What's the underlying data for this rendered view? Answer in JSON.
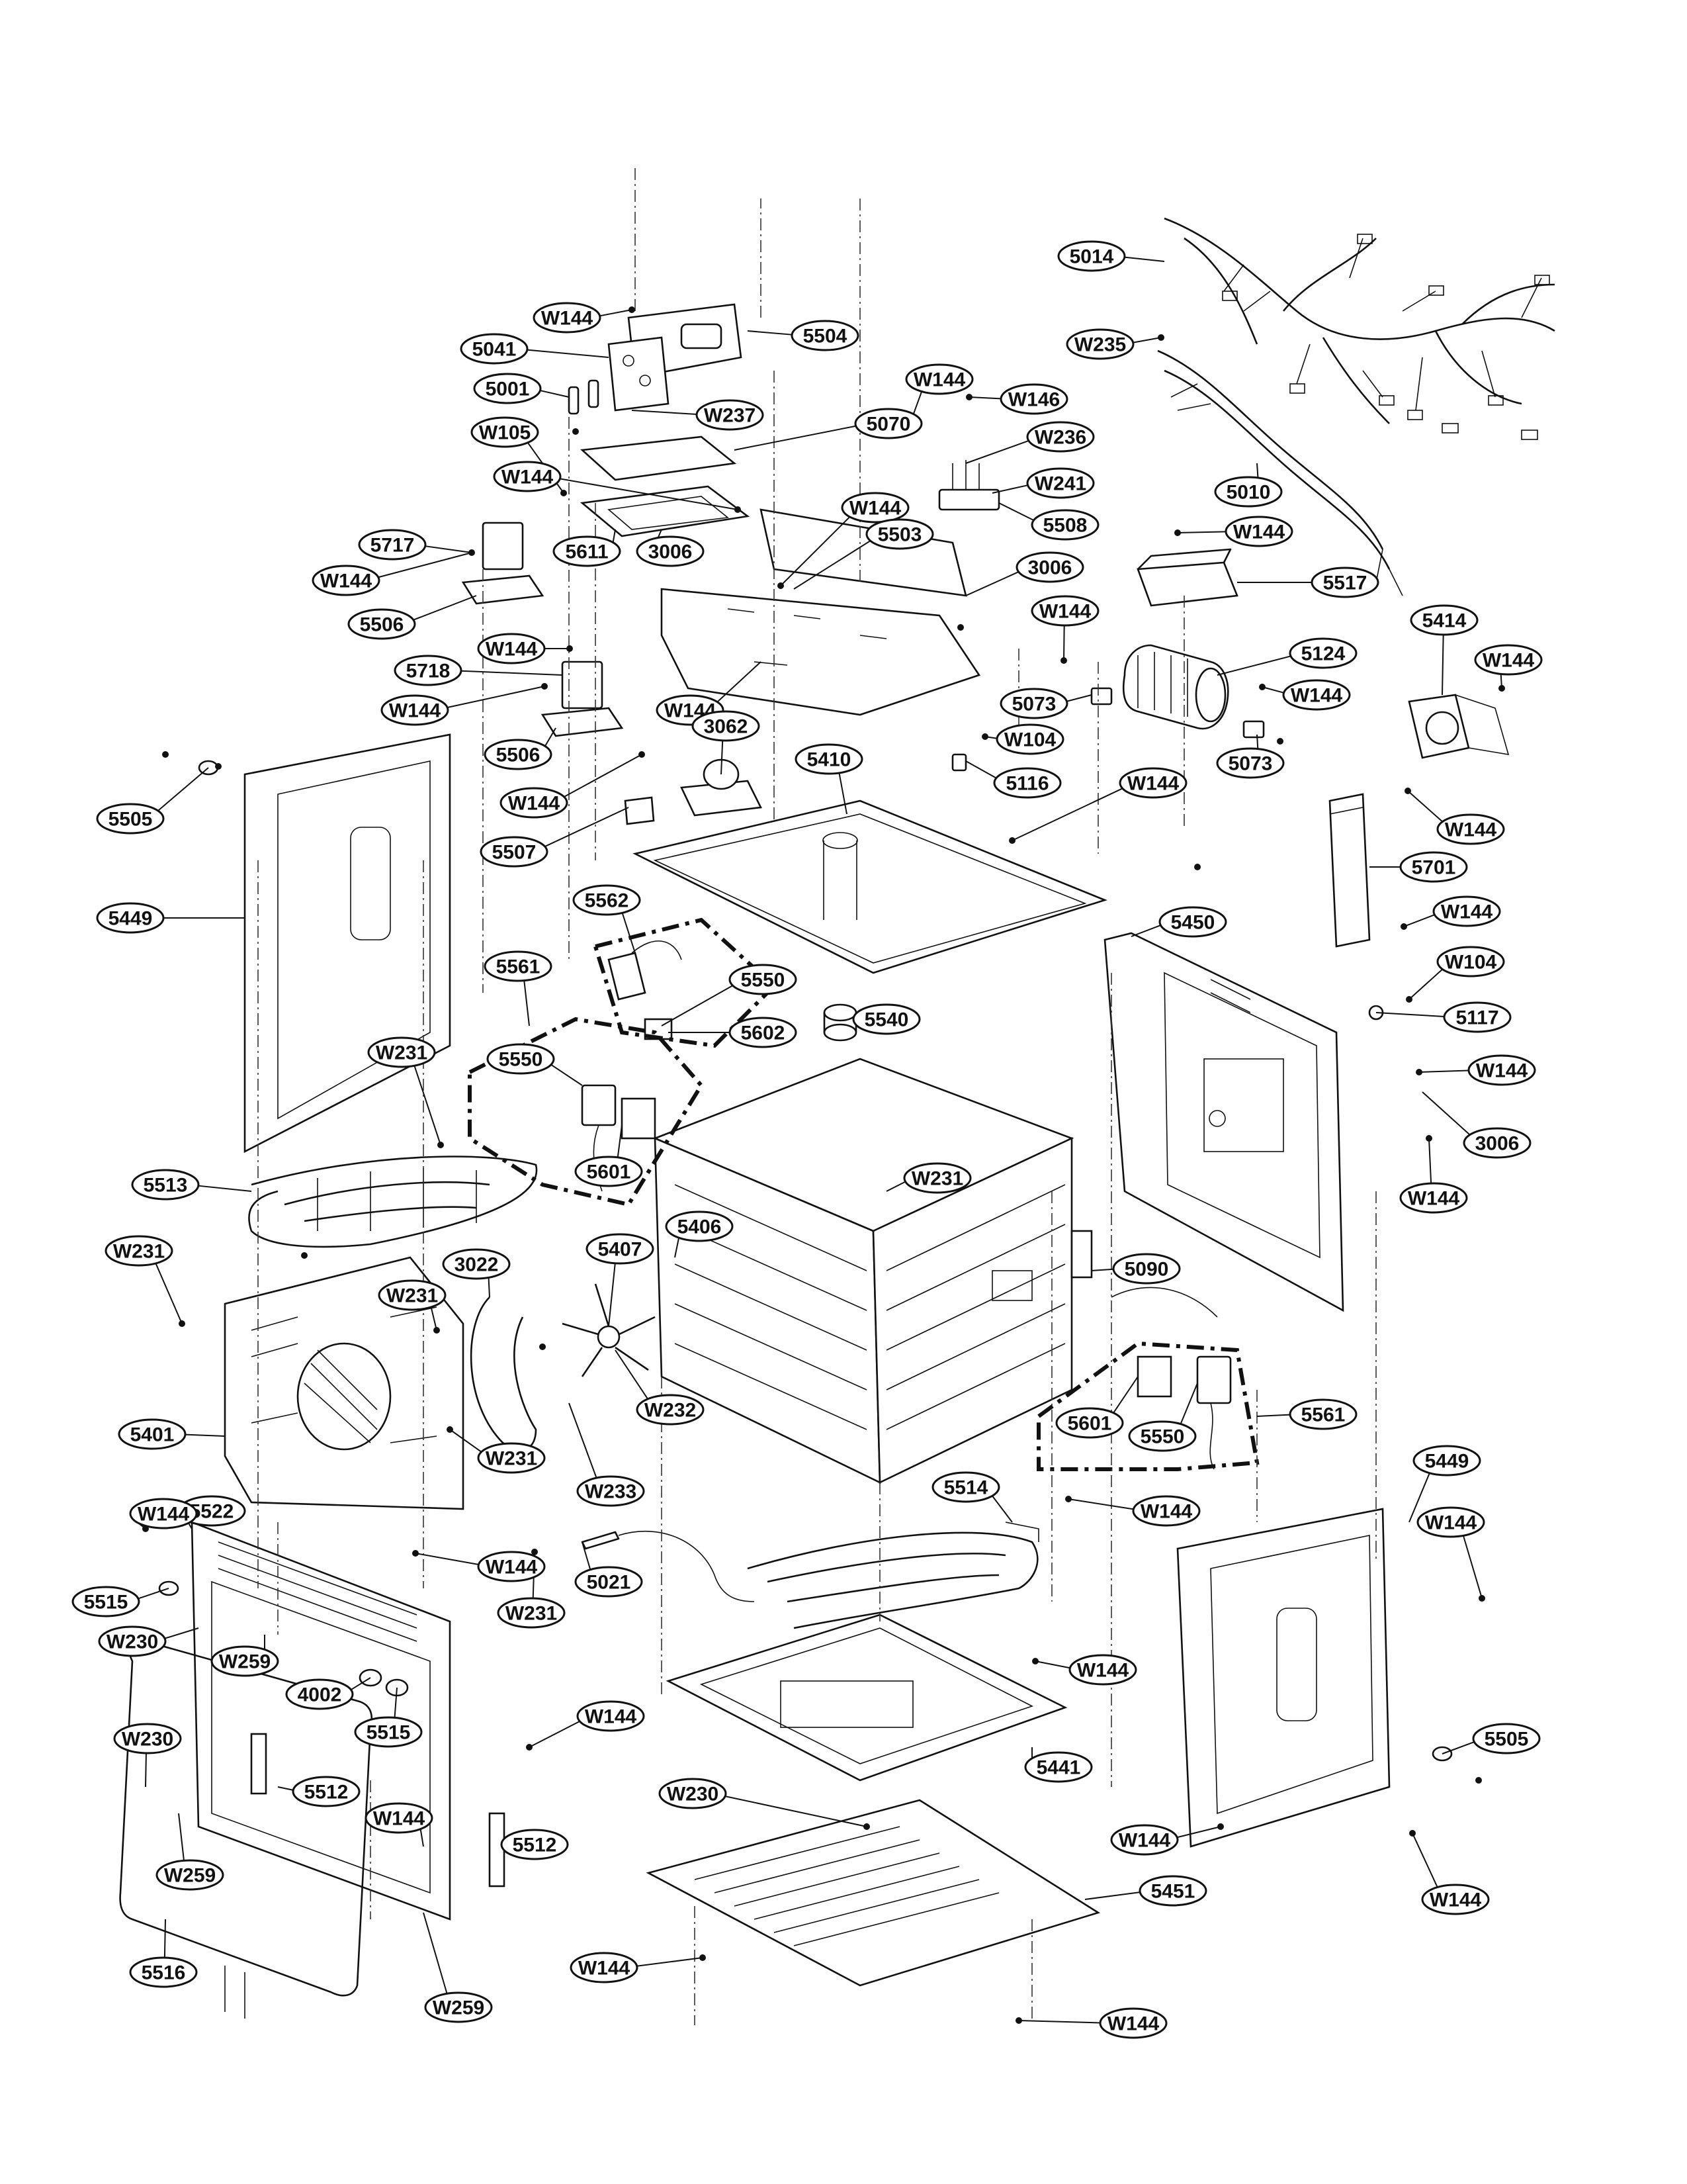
{
  "callouts": [
    {
      "label": "5014"
    },
    {
      "label": "W144"
    },
    {
      "label": "5504"
    },
    {
      "label": "5041"
    },
    {
      "label": "W235"
    },
    {
      "label": "W144"
    },
    {
      "label": "W146"
    },
    {
      "label": "5001"
    },
    {
      "label": "W237"
    },
    {
      "label": "5070"
    },
    {
      "label": "W105"
    },
    {
      "label": "W236"
    },
    {
      "label": "W144"
    },
    {
      "label": "W241"
    },
    {
      "label": "5010"
    },
    {
      "label": "W144"
    },
    {
      "label": "5508"
    },
    {
      "label": "5717"
    },
    {
      "label": "5611"
    },
    {
      "label": "3006"
    },
    {
      "label": "5503"
    },
    {
      "label": "W144"
    },
    {
      "label": "3006"
    },
    {
      "label": "W144"
    },
    {
      "label": "5517"
    },
    {
      "label": "5506"
    },
    {
      "label": "W144"
    },
    {
      "label": "W144"
    },
    {
      "label": "5414"
    },
    {
      "label": "W144"
    },
    {
      "label": "5124"
    },
    {
      "label": "5718"
    },
    {
      "label": "W144"
    },
    {
      "label": "W144"
    },
    {
      "label": "5073"
    },
    {
      "label": "W144"
    },
    {
      "label": "5506"
    },
    {
      "label": "3062"
    },
    {
      "label": "W104"
    },
    {
      "label": "5505"
    },
    {
      "label": "5410"
    },
    {
      "label": "5073"
    },
    {
      "label": "W144"
    },
    {
      "label": "5116"
    },
    {
      "label": "W144"
    },
    {
      "label": "5507"
    },
    {
      "label": "W144"
    },
    {
      "label": "5701"
    },
    {
      "label": "5449"
    },
    {
      "label": "5562"
    },
    {
      "label": "W144"
    },
    {
      "label": "5450"
    },
    {
      "label": "5561"
    },
    {
      "label": "5550"
    },
    {
      "label": "W104"
    },
    {
      "label": "5602"
    },
    {
      "label": "5540"
    },
    {
      "label": "5117"
    },
    {
      "label": "5550"
    },
    {
      "label": "W231"
    },
    {
      "label": "W144"
    },
    {
      "label": "3006"
    },
    {
      "label": "5601"
    },
    {
      "label": "5513"
    },
    {
      "label": "W231"
    },
    {
      "label": "W144"
    },
    {
      "label": "5406"
    },
    {
      "label": "W231"
    },
    {
      "label": "3022"
    },
    {
      "label": "5407"
    },
    {
      "label": "5090"
    },
    {
      "label": "W231"
    },
    {
      "label": "W232"
    },
    {
      "label": "5561"
    },
    {
      "label": "5601"
    },
    {
      "label": "5550"
    },
    {
      "label": "5401"
    },
    {
      "label": "W231"
    },
    {
      "label": "5449"
    },
    {
      "label": "5522"
    },
    {
      "label": "W233"
    },
    {
      "label": "5514"
    },
    {
      "label": "W144"
    },
    {
      "label": "W144"
    },
    {
      "label": "W144"
    },
    {
      "label": "W144"
    },
    {
      "label": "5515"
    },
    {
      "label": "W231"
    },
    {
      "label": "5021"
    },
    {
      "label": "W230"
    },
    {
      "label": "W259"
    },
    {
      "label": "W144"
    },
    {
      "label": "4002"
    },
    {
      "label": "5515"
    },
    {
      "label": "W144"
    },
    {
      "label": "W230"
    },
    {
      "label": "5505"
    },
    {
      "label": "5512"
    },
    {
      "label": "5441"
    },
    {
      "label": "W144"
    },
    {
      "label": "W230"
    },
    {
      "label": "W144"
    },
    {
      "label": "W259"
    },
    {
      "label": "5512"
    },
    {
      "label": "5451"
    },
    {
      "label": "W144"
    },
    {
      "label": "5516"
    },
    {
      "label": "W144"
    },
    {
      "label": "W259"
    },
    {
      "label": "W144"
    }
  ]
}
